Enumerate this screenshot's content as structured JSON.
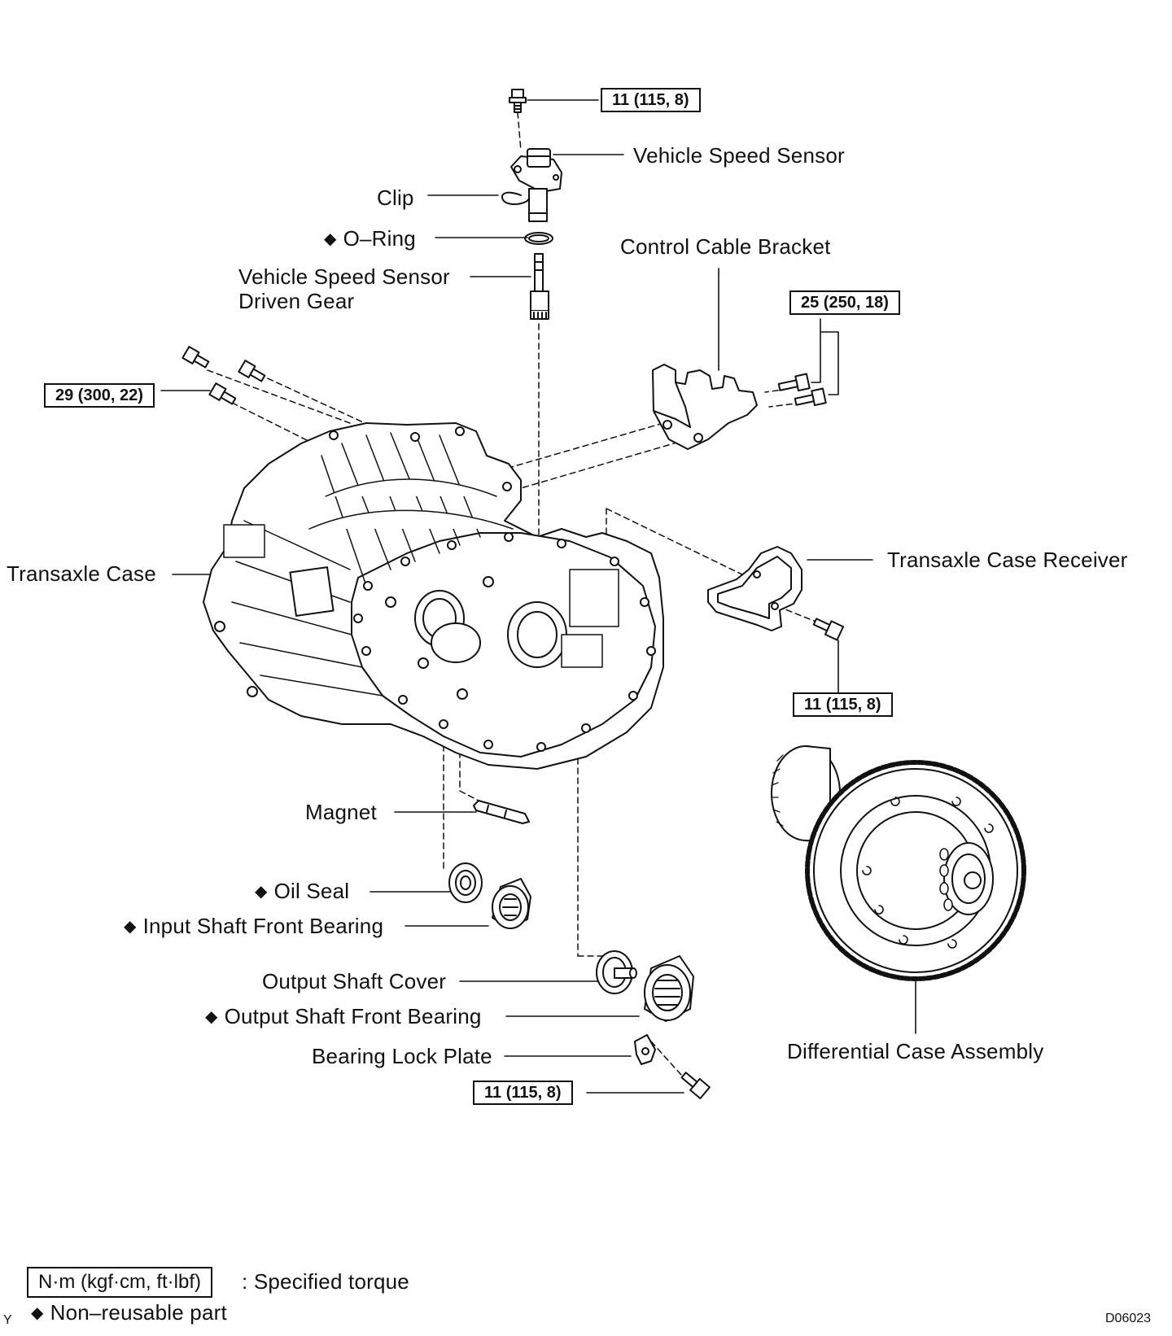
{
  "torque_specs": {
    "sensor_bolt": "11 (115, 8)",
    "bracket_bolts": "25 (250, 18)",
    "case_bolts": "29 (300, 22)",
    "receiver_bolt": "11 (115, 8)",
    "lock_plate_bolt": "11 (115, 8)"
  },
  "parts": {
    "vehicle_speed_sensor": "Vehicle Speed Sensor",
    "clip": "Clip",
    "o_ring": "O–Ring",
    "driven_gear_line1": "Vehicle Speed Sensor",
    "driven_gear_line2": "Driven Gear",
    "control_cable_bracket": "Control Cable Bracket",
    "transaxle_case": "Transaxle Case",
    "transaxle_case_receiver": "Transaxle Case Receiver",
    "magnet": "Magnet",
    "oil_seal": "Oil Seal",
    "input_shaft_front_bearing": "Input Shaft Front Bearing",
    "output_shaft_cover": "Output Shaft Cover",
    "output_shaft_front_bearing": "Output Shaft Front Bearing",
    "bearing_lock_plate": "Bearing Lock Plate",
    "differential_case_assembly": "Differential Case Assembly"
  },
  "legend": {
    "torque_unit": "N·m (kgf·cm, ft·lbf)",
    "torque_desc": ": Specified torque",
    "nonreusable": "Non–reusable part",
    "nonreusable_symbol": "◆"
  },
  "corner_mark": "Y",
  "figure_code": "D06023"
}
